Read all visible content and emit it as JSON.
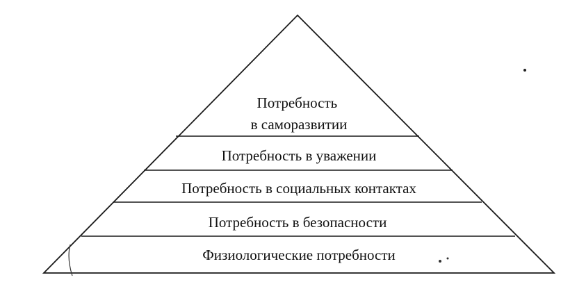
{
  "diagram": {
    "levels": [
      {
        "label_lines": [
          "Потребность",
          "в саморазвитии"
        ]
      },
      {
        "label_lines": [
          "Потребность в уважении"
        ]
      },
      {
        "label_lines": [
          "Потребность в социальных контактах"
        ]
      },
      {
        "label_lines": [
          "Потребность в безопасности"
        ]
      },
      {
        "label_lines": [
          "Физиологические потребности"
        ]
      }
    ]
  }
}
